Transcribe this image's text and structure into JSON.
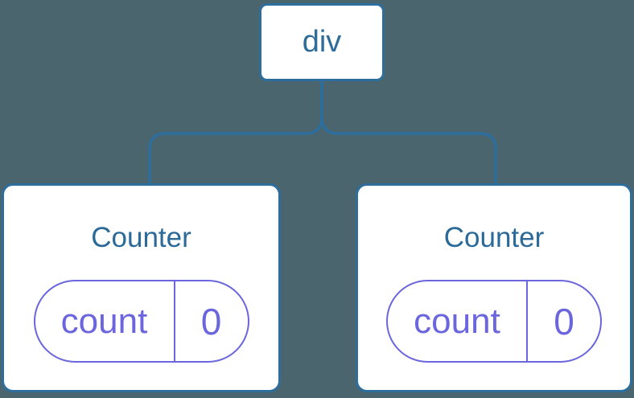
{
  "diagram": {
    "type": "component-tree",
    "root": {
      "label": "div"
    },
    "children": [
      {
        "title": "Counter",
        "state": {
          "key": "count",
          "value": "0"
        }
      },
      {
        "title": "Counter",
        "state": {
          "key": "count",
          "value": "0"
        }
      }
    ],
    "colors": {
      "background": "#4b656f",
      "node_background": "#ffffff",
      "node_border_blue": "#2d6e9d",
      "connector_blue": "#2d6e9d",
      "node_text_blue": "#2b6a98",
      "state_purple": "#6b66dd"
    }
  }
}
